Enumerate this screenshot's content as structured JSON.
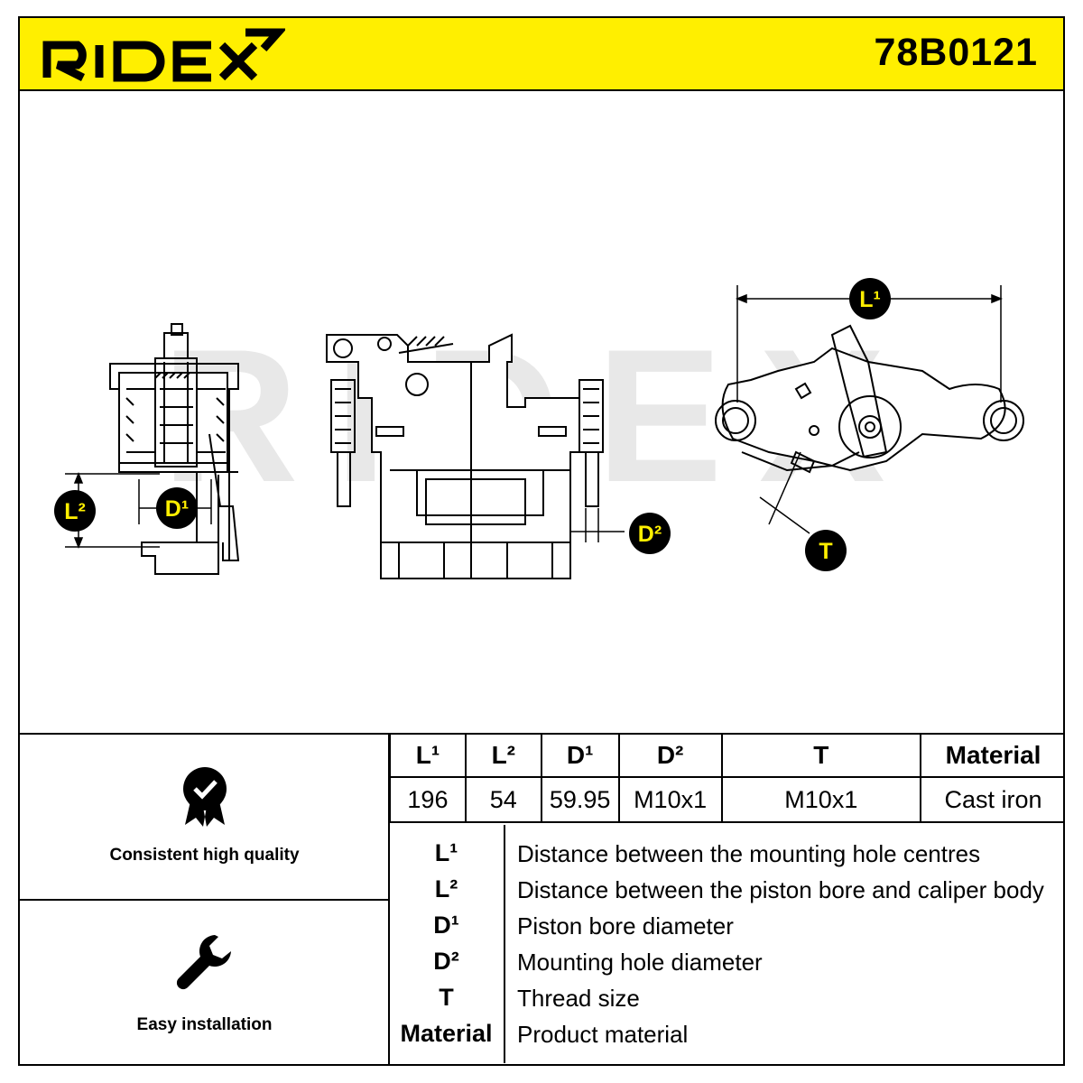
{
  "header": {
    "brand": "RIDEX",
    "part_number": "78B0121",
    "background_color": "#ffef00"
  },
  "diagram": {
    "watermark": "RIDEX",
    "callouts": {
      "l1": "L¹",
      "l2": "L²",
      "d1": "D¹",
      "d2": "D²",
      "t": "T"
    },
    "callout_color": "#ffef00"
  },
  "features": [
    {
      "icon": "quality-badge-icon",
      "label": "Consistent high quality"
    },
    {
      "icon": "wrench-icon",
      "label": "Easy installation"
    }
  ],
  "specs": {
    "headers": [
      "L¹",
      "L²",
      "D¹",
      "D²",
      "T",
      "Material"
    ],
    "values": [
      "196",
      "54",
      "59.95",
      "M10x1",
      "M10x1",
      "Cast iron"
    ]
  },
  "legend": [
    {
      "key": "L¹",
      "desc": "Distance between the mounting hole centres"
    },
    {
      "key": "L²",
      "desc": "Distance between the piston bore and caliper body"
    },
    {
      "key": "D¹",
      "desc": "Piston bore diameter"
    },
    {
      "key": "D²",
      "desc": "Mounting hole diameter"
    },
    {
      "key": "T",
      "desc": "Thread size"
    },
    {
      "key": "Material",
      "desc": "Product material"
    }
  ]
}
